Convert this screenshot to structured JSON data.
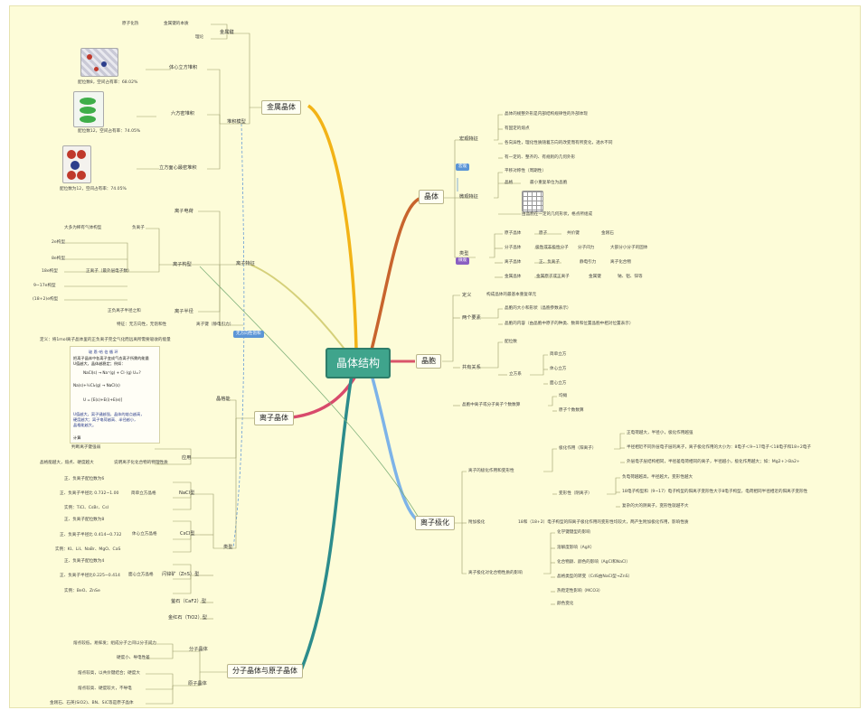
{
  "center": "晶体结构",
  "branches": {
    "metal": "金属晶体",
    "crystal": "晶体",
    "lattice": "晶胞",
    "polarization": "离子极化",
    "ionic": "离子晶体",
    "molatom": "分子晶体与原子晶体"
  },
  "tags": {
    "t1": "无方向性饱和",
    "t2": "宏观",
    "t3": "微观"
  },
  "metal": {
    "bond": "金属键",
    "packing": "堆积模型",
    "essence": "金属键的本质",
    "electron": "原子化热",
    "theory": "理论",
    "bcc": "体心立方堆积",
    "hcp": "六方密堆积",
    "fcc": "立方面心最密堆积",
    "bcc_info": "配位数8，空间占有率：68.02%",
    "hcp_info": "配位数12，空间占有率：74.05%",
    "fcc_info": "配位数为12，空间占有率：74.05%"
  },
  "crystal": {
    "macro": "宏观特征",
    "m1": "晶体的规整外形是内部结构规律性的外部体现",
    "m2": "有固定的熔点",
    "m3": "各向异性，理化性质随着方向的改变而有所变化，透水不同",
    "m4": "有一定的、整齐的、有规则的几何外形",
    "micro": "微观特征",
    "u1": "平移对称性（周期性）",
    "lattice": "晶格",
    "cell": "最小重复单位为晶胞",
    "u2": "由晶胞在一定的几何形状，格点所组成",
    "types": "类型",
    "r1": {
      "a": "原子晶体",
      "b": "原子",
      "c": "共价键",
      "d": "金刚石"
    },
    "r2": {
      "a": "分子晶体",
      "b": "极性或非极性分子",
      "c": "分子间力",
      "d": "大部分小分子的固体"
    },
    "r3": {
      "a": "离子晶体",
      "b": "正、负离子",
      "c": "静电引力",
      "d": "离子化合物"
    },
    "r4": {
      "a": "金属晶体",
      "b": "金属原子或正离子",
      "c": "金属键",
      "d": "钠、铝、锌等"
    }
  },
  "lattice": {
    "def": "定义",
    "def_text": "构成晶体的最基本重复单元",
    "elements": "两个要素",
    "e1": "晶胞的大小和形状（晶胞参数表示）",
    "e2": "晶胞的内容（由晶胞中原子的种类、数目和位置晶胞中相对位置表示）",
    "shared": "共有关系",
    "coord": "配位数",
    "cube": "立方系",
    "c1": "简单立方",
    "c2": "体心立方",
    "c3": "面心立方",
    "count": "晶胞中离子或分子离子个数数算",
    "k1": "均摊",
    "k2": "原子个数数算"
  },
  "pol": {
    "effect": "离子的极化作用和变形性",
    "add": "附加极化",
    "influence": "离子极化对化合物性质的影响",
    "action": "极化作用（阳离子）",
    "deform": "变形性（阴离子）",
    "a1": "正电荷越大，半径小，极化作用越强",
    "a2": "半径相近不同外层电子层的离子，离子极化作用的大小为：8电子＜9~17电子＜18电子和18+2电子",
    "a3": "外层电子层结构相同，半径差电荷相同的离子，半径越小，极化作用越大；如：Mg2+＞Ba2+",
    "d1": "负电荷越越高，半径越大，变形性越大",
    "d2": "18电子构型和（9~17）电子构型的阳离子变形性大于8电子构型，电荷相同半径相近的阳离子变形性",
    "d3": "复杂的大的阴离子，变形性就越不大",
    "add_text": "18和（18+2）电子构型的阳离子极化作用的变形性均较大，两产生附加极化作用，影响性质",
    "i1": "化学键键型的影响",
    "i2": "溶解度影响（AgX）",
    "i3": "化合物颜、颜色的影响（AgCl和NaCl）",
    "i4": "晶格类型的转变（CdS由NaCl型→ZnS）",
    "i5": "热稳定性影响（MCO3）",
    "i6": "颜色变化"
  },
  "ionf": {
    "features": "离子特征",
    "charge": "离子电荷",
    "config": "离子构型",
    "radius": "离子半径",
    "bond": "离子键（静电引力）",
    "bond_text": "特征：无方向性，无饱和性",
    "radius_text": "正负离子半径之和",
    "anion": "负离子",
    "anion_text": "大多为稀有气体构型",
    "cation": "正离子（最外层电子数）",
    "c1": "2e构型",
    "c2": "8e构型",
    "c3": "18e构型",
    "c4": "9~17e构型",
    "c5": "(18+2)e构型"
  },
  "ionic": {
    "def": "定义：将1mol离子晶体里的正负离子完全气化而远离所需要吸收的能量",
    "energy": "晶格能",
    "app": "应用",
    "app1": "判断离子键强弱",
    "app2": "晶格能越大，熔点、硬度越大",
    "app2b": "说明离子化化合物的物理性质",
    "types": "类型",
    "nacl": "NaCl型",
    "cscl": "CsCl型",
    "zns": "闪锌矿（ZnS）型",
    "caf2": "萤石（CaF2）型",
    "tio2": "金红石（TiO2）型",
    "nacl_cell": "简单立方晶格",
    "cscl_cell": "体心立方晶格",
    "zns_cell": "面心立方晶格",
    "n1": "正、负离子配位数为6",
    "n2": "正、负离子半径比 0.732~1.00",
    "n3": "实例：TiCl、CsBr、CsI",
    "s1": "正、负离子配位数为8",
    "s2": "正、负离子半径比 0.414~0.732",
    "s3": "实例：KI、LiI、NaBr、MgO、CaS",
    "z1": "正、负离子配位数为4",
    "z2": "正、负离子半径比0.225~0.414",
    "z3": "实例：BeO、ZnSe"
  },
  "formula": {
    "title": "玻 恩–哈 伯 循 环",
    "l1": "把离子晶体中各离子变成气态离子所需的能量",
    "l2": "U值越大，晶体越稳定；例如：",
    "l3": "NaCl(s) → Na⁺(g) + Cl⁻(g)    U=?",
    "l4": "Na(s)+½Cl₂(g) → NaCl(s)",
    "l5": "U = [E(s)+E(i)+E(e)]",
    "l6": "U值越大，离子键越强，晶体的熔点越高，",
    "l7": "硬度越大；离子电荷越高、半径越小，",
    "l8": "晶格能越大。",
    "l9": "计算"
  },
  "molatom": {
    "mol": "分子晶体",
    "atom": "原子晶体",
    "m1": "熔点较低，易挥发；组成分子之间以分子间力",
    "m2": "硬度小、导电性差",
    "a1": "熔点较高，以共价键结合；硬度大",
    "a2": "熔点较高、硬度较大，不导电",
    "a3": "金刚石、石英(SiO2)、BN、SiC等是原子晶体"
  }
}
